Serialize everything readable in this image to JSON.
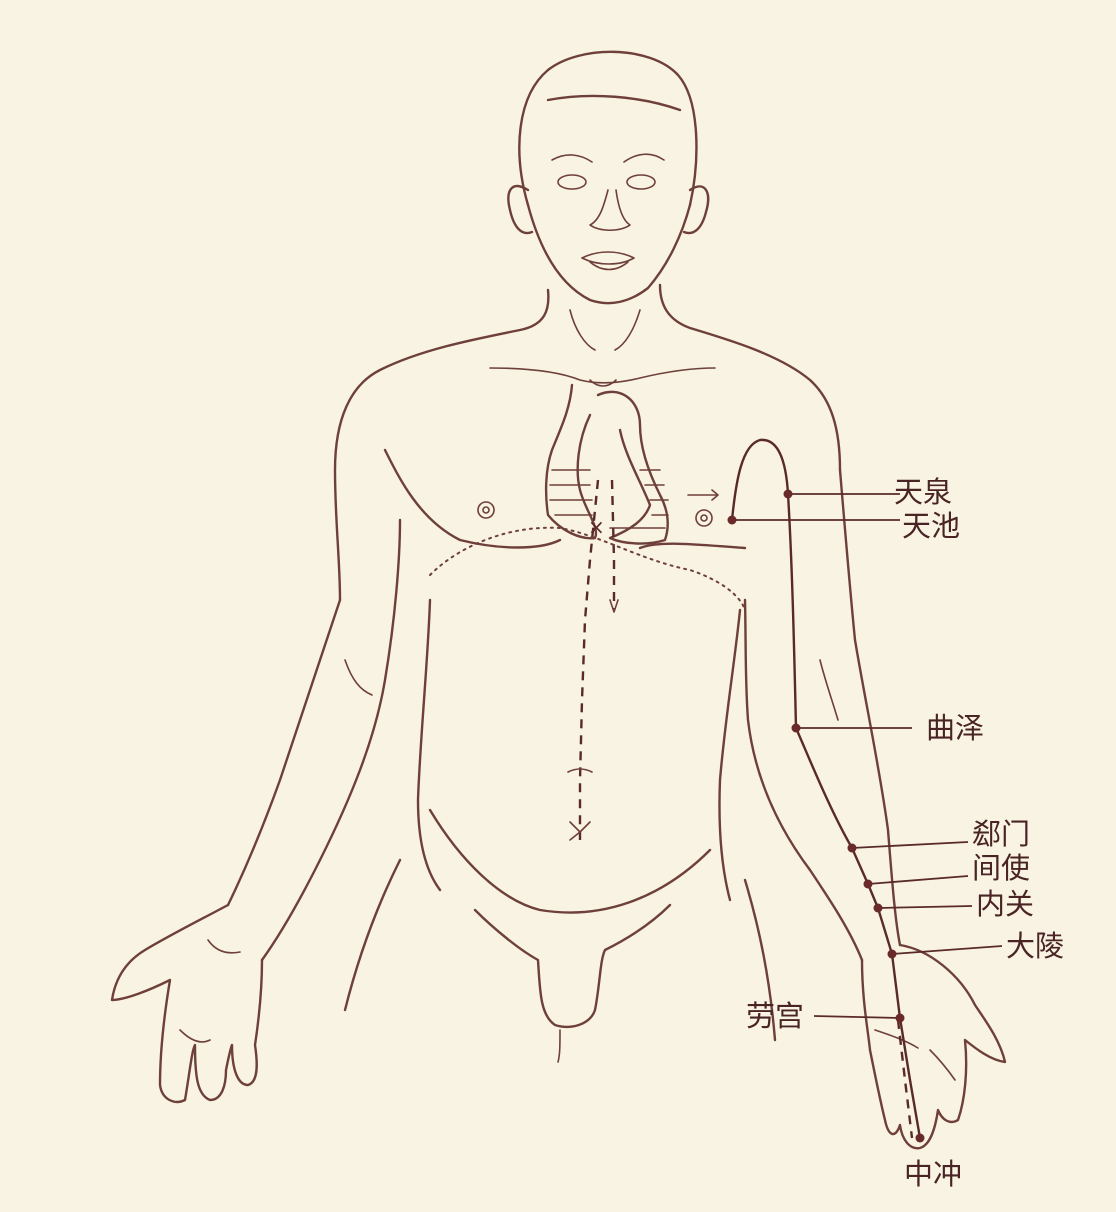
{
  "colors": {
    "background": "#f8f3e3",
    "line": "#6e3f3b",
    "label": "#4a2424"
  },
  "acupoints": [
    {
      "id": "tianquan",
      "label": "天泉"
    },
    {
      "id": "tianchi",
      "label": "天池"
    },
    {
      "id": "quze",
      "label": "曲泽"
    },
    {
      "id": "ximen",
      "label": "郄门"
    },
    {
      "id": "jianshi",
      "label": "间使"
    },
    {
      "id": "neiguan",
      "label": "内关"
    },
    {
      "id": "daling",
      "label": "大陵"
    },
    {
      "id": "laogong",
      "label": "劳宫"
    },
    {
      "id": "zhongchong",
      "label": "中冲"
    }
  ]
}
